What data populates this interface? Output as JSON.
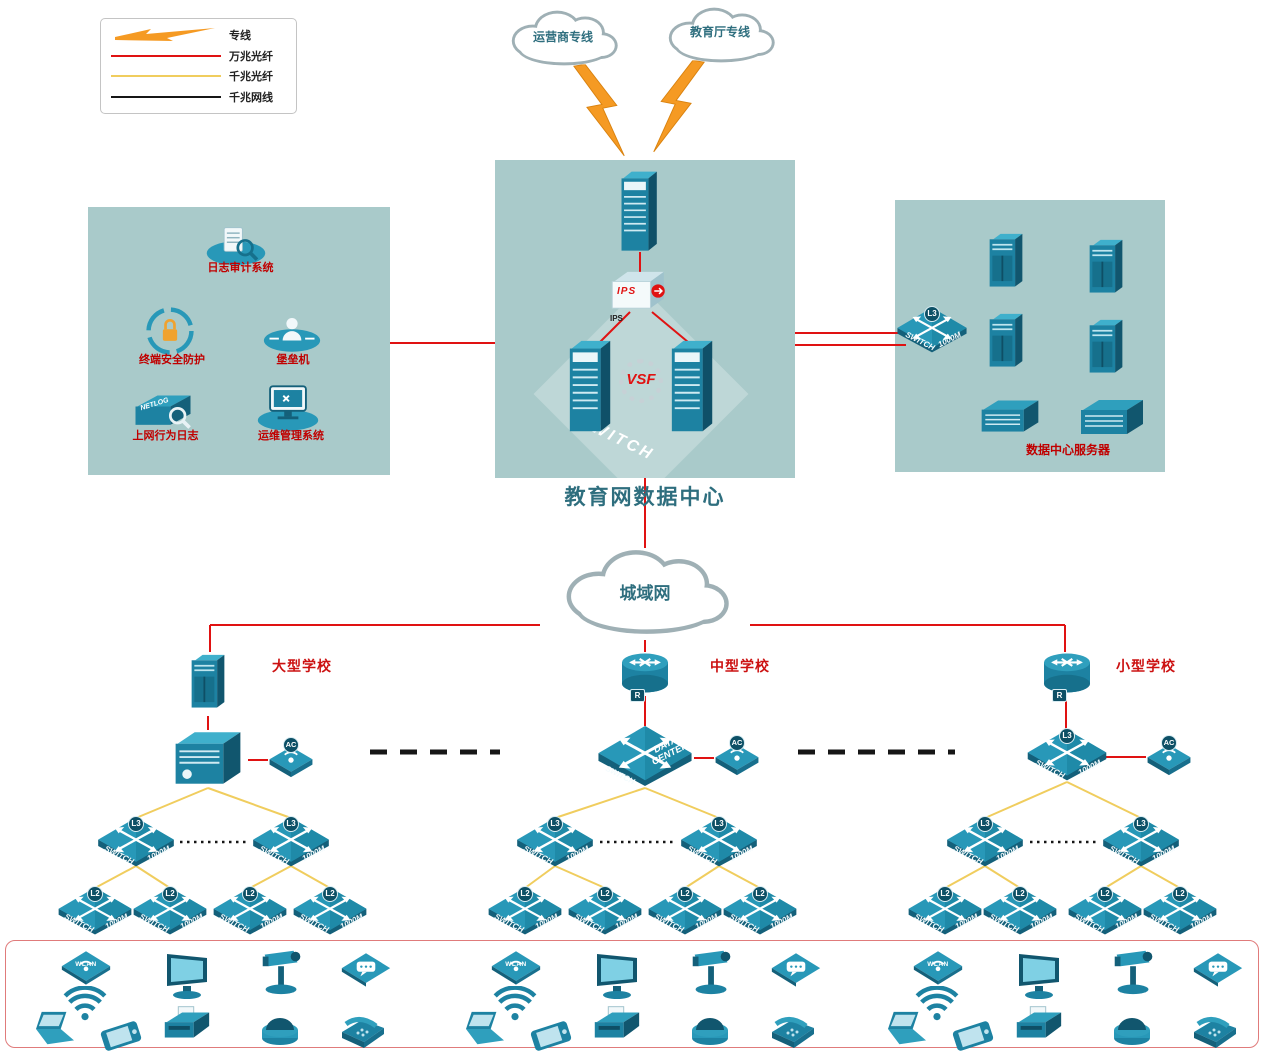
{
  "legend": {
    "items": [
      {
        "label": "专线"
      },
      {
        "label": "万兆光纤"
      },
      {
        "label": "千兆光纤"
      },
      {
        "label": "千兆网线"
      }
    ]
  },
  "clouds": {
    "carrier": "运营商专线",
    "education": "教育厅专线",
    "metro": "城域网"
  },
  "data_center": {
    "title": "教育网数据中心",
    "vsf_label": "VSF",
    "switch_watermark": "SWITCH",
    "ips_label": "IPS"
  },
  "security_zone": {
    "audit": "日志审计系统",
    "endpoint": "终端安全防护",
    "bastion": "堡垒机",
    "netlog_label": "上网行为日志",
    "netlog_device": "NETLOG",
    "ops": "运维管理系统"
  },
  "server_zone": {
    "title": "数据中心服务器"
  },
  "schools": {
    "large": "大型学校",
    "medium": "中型学校",
    "small": "小型学校"
  },
  "device_labels": {
    "switch": "SWITCH",
    "speed": "1000M",
    "l3": "L3",
    "l2": "L2",
    "ac": "AC",
    "wlan": "WLAN",
    "data_center": "DATA CENTER",
    "router_badge": "R"
  },
  "colors": {
    "line_10g_fiber": "#e01212",
    "line_1g_fiber": "#f0cd5e",
    "line_1g_copper": "#161616",
    "dedicated_line": "#F59A23",
    "zone_background": "#a9caca",
    "device_teal": "#1d82a2",
    "label_red": "#c00000"
  }
}
